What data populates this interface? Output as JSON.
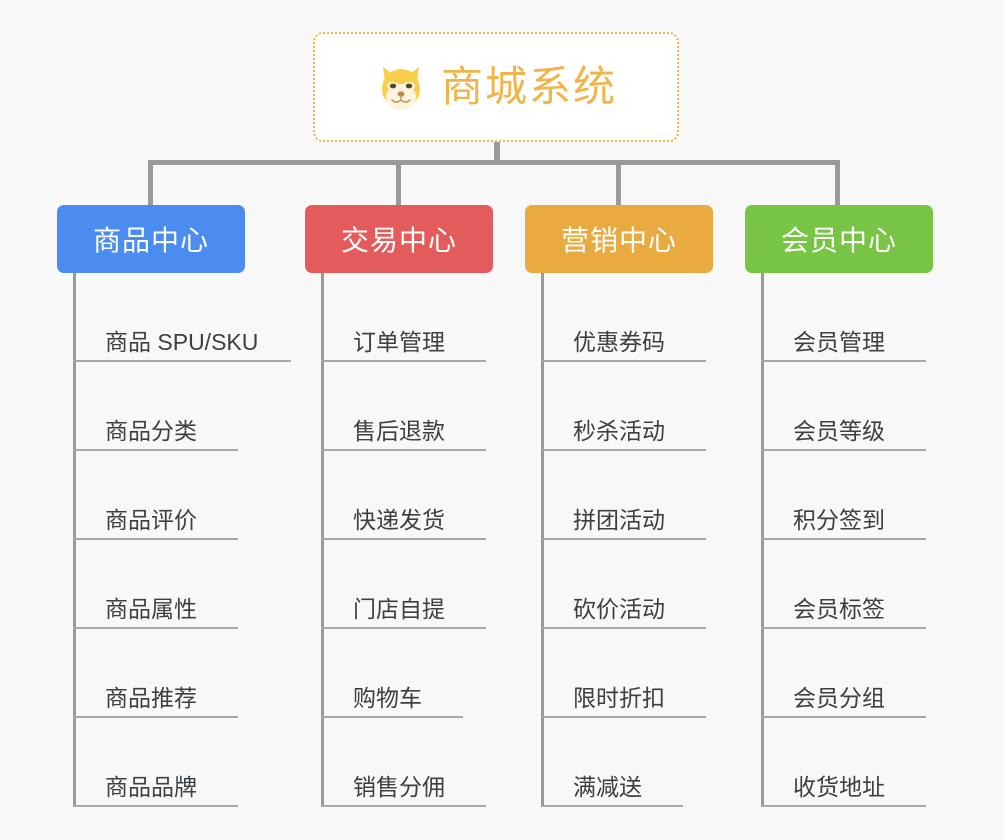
{
  "background_color": "#f8f8f8",
  "root": {
    "title": "商城系统",
    "icon": "shiba-dog-face-icon",
    "color": "#f0b44a",
    "border_style": "dotted"
  },
  "connector_color": "#9a9a9a",
  "categories": [
    {
      "label": "商品中心",
      "color": "#4a8cf0",
      "items": [
        "商品 SPU/SKU",
        "商品分类",
        "商品评价",
        "商品属性",
        "商品推荐",
        "商品品牌"
      ]
    },
    {
      "label": "交易中心",
      "color": "#e45b5b",
      "items": [
        "订单管理",
        "售后退款",
        "快递发货",
        "门店自提",
        "购物车",
        "销售分佣"
      ]
    },
    {
      "label": "营销中心",
      "color": "#e9ab3f",
      "items": [
        "优惠券码",
        "秒杀活动",
        "拼团活动",
        "砍价活动",
        "限时折扣",
        "满减送"
      ]
    },
    {
      "label": "会员中心",
      "color": "#78c445",
      "items": [
        "会员管理",
        "会员等级",
        "积分签到",
        "会员标签",
        "会员分组",
        "收货地址"
      ]
    }
  ]
}
